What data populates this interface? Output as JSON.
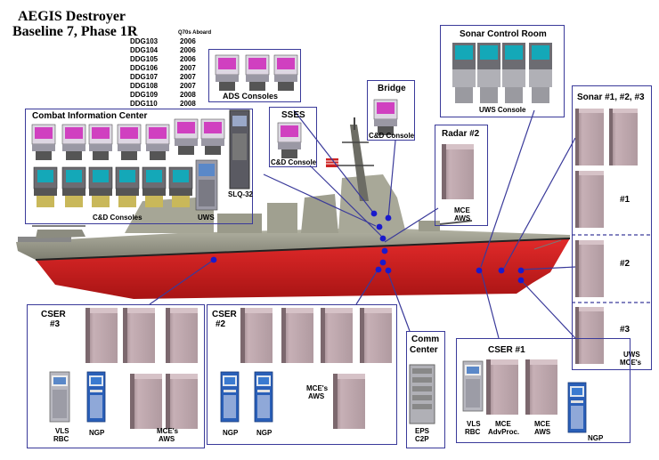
{
  "title": {
    "line1": "AEGIS Destroyer",
    "line2": "Baseline 7, Phase 1R"
  },
  "ship_table": {
    "header": "Q70s Aboard",
    "rows": [
      {
        "ship": "DDG103",
        "year": "2006"
      },
      {
        "ship": "DDG104",
        "year": "2006"
      },
      {
        "ship": "DDG105",
        "year": "2006"
      },
      {
        "ship": "DDG106",
        "year": "2007"
      },
      {
        "ship": "DDG107",
        "year": "2007"
      },
      {
        "ship": "DDG108",
        "year": "2007"
      },
      {
        "ship": "DDG109",
        "year": "2008"
      },
      {
        "ship": "DDG110",
        "year": "2008"
      }
    ]
  },
  "boxes": {
    "ads": {
      "label": "ADS Consoles"
    },
    "cic": {
      "title": "Combat Information Center",
      "cd_label": "C&D Consoles",
      "uws_label": "UWS",
      "slq_label": "SLQ-32"
    },
    "sses": {
      "title": "SSES",
      "label": "C&D Console"
    },
    "bridge": {
      "title": "Bridge",
      "label": "C&D Console"
    },
    "sonar_control": {
      "title": "Sonar Control Room",
      "label": "UWS Console"
    },
    "radar": {
      "title": "Radar #2",
      "label1": "MCE",
      "label2": "AWS"
    },
    "sonar": {
      "title": "Sonar #1, #2, #3",
      "n1": "#1",
      "n2": "#2",
      "n3": "#3",
      "uws": "UWS",
      "mces": "MCE's"
    },
    "cser3": {
      "title1": "CSER",
      "title2": "#3",
      "vls1": "VLS",
      "vls2": "RBC",
      "ngp": "NGP",
      "mce1": "MCE's",
      "mce2": "AWS"
    },
    "cser2": {
      "title1": "CSER",
      "title2": "#2",
      "ngp_a": "NGP",
      "ngp_b": "NGP",
      "mce1": "MCE's",
      "mce2": "AWS"
    },
    "comm": {
      "title1": "Comm",
      "title2": "Center",
      "l1": "EPS",
      "l2": "C2P"
    },
    "cser1": {
      "title": "CSER #1",
      "vls1": "VLS",
      "vls2": "RBC",
      "mce1a": "MCE",
      "mce1b": "AdvProc.",
      "mce2a": "MCE",
      "mce2b": "AWS",
      "ngp": "NGP"
    }
  },
  "colors": {
    "box_border": "#3a3a9a",
    "hull_red": "#d42020",
    "hull_grey": "#9a9a88",
    "cabinet": "#b8a0a6",
    "connector_dot": "#1a1acc"
  }
}
